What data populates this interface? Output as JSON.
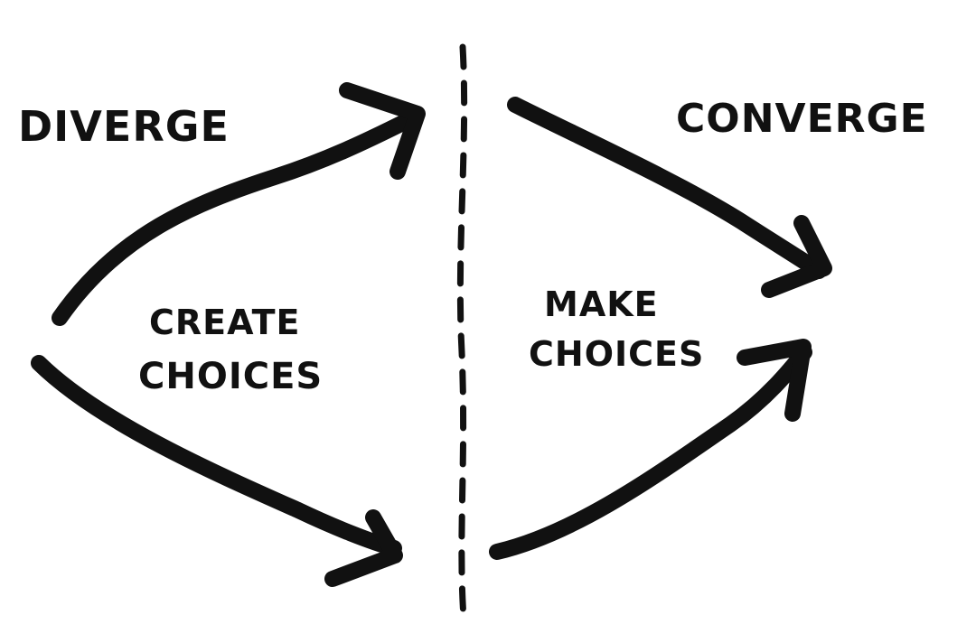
{
  "diagram": {
    "left_title": "DIVERGE",
    "right_title": "CONVERGE",
    "left_caption": {
      "line1": "CREATE",
      "line2": "CHOICES"
    },
    "right_caption": {
      "line1": "MAKE",
      "line2": "CHOICES"
    }
  },
  "colors": {
    "ink": "#111111",
    "background": "#ffffff"
  }
}
